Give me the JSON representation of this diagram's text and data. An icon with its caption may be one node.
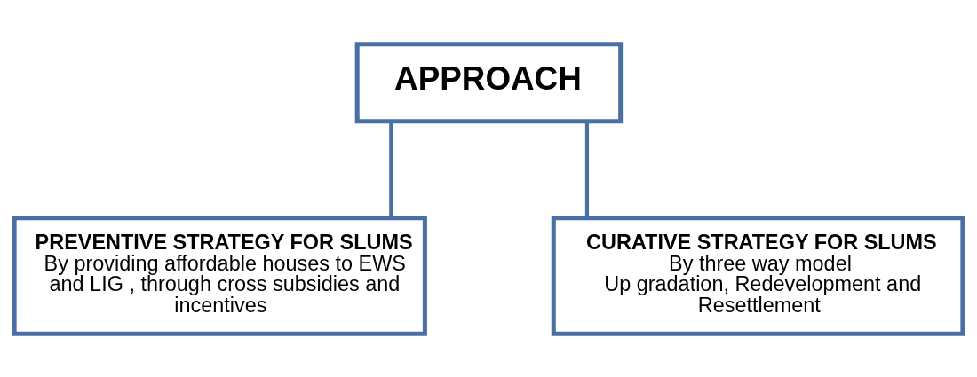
{
  "diagram": {
    "nodes": [
      {
        "text": [
          "APPROACH"
        ]
      },
      {
        "text": [
          "PREVENTIVE STRATEGY FOR SLUMS",
          "By providing affordable houses to EWS and LIG , through cross subsidies and incentives"
        ]
      },
      {
        "text": [
          "CURATIVE STRATEGY FOR SLUMS",
          "By three way model",
          "Up gradation, Redevelopment and Resettlement"
        ]
      }
    ],
    "edges": [
      {
        "from": 0,
        "to": 1,
        "arrow": "none"
      },
      {
        "from": 0,
        "to": 2,
        "arrow": "none"
      }
    ]
  }
}
